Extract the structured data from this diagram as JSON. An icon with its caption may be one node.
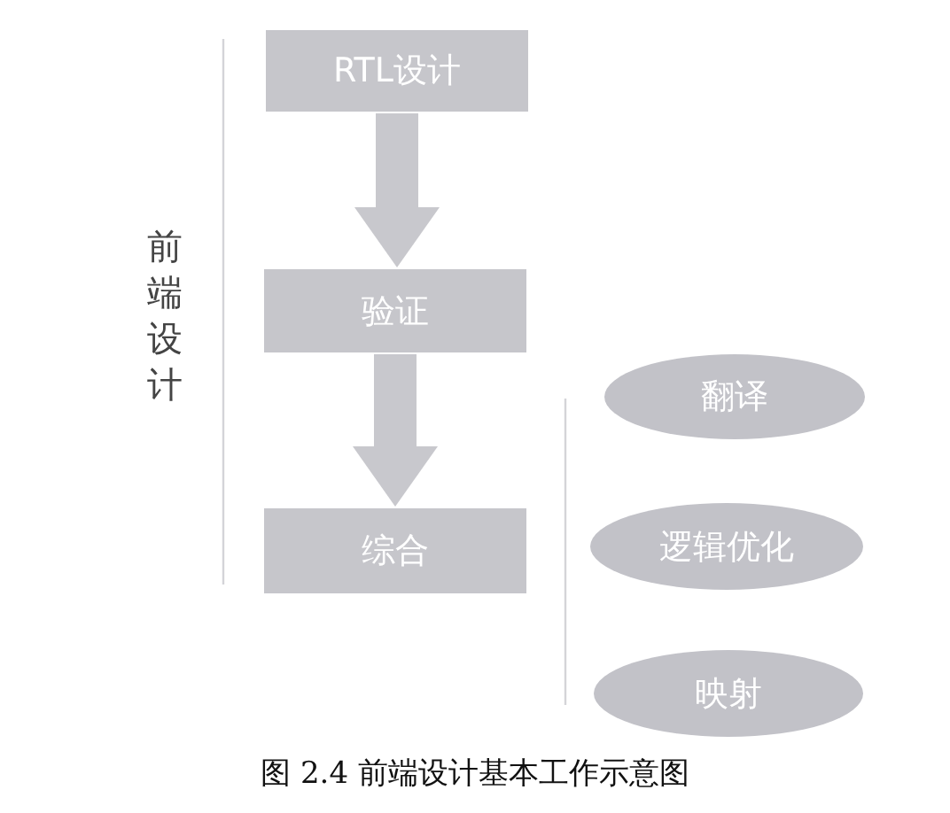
{
  "diagram": {
    "caption": "图 2.4 前端设计基本工作示意图",
    "nodes": [
      {
        "text": [
          "RTL设计"
        ]
      },
      {
        "text": [
          "验证"
        ]
      },
      {
        "text": [
          "综合"
        ]
      },
      {
        "text": [
          "翻译"
        ]
      },
      {
        "text": [
          "逻辑优化"
        ]
      },
      {
        "text": [
          "映射"
        ]
      }
    ],
    "edges": [
      {
        "from": 0,
        "to": 1,
        "arrow": "to"
      },
      {
        "from": 1,
        "to": 2,
        "arrow": "to"
      }
    ],
    "labels": [
      "前端设计"
    ]
  }
}
